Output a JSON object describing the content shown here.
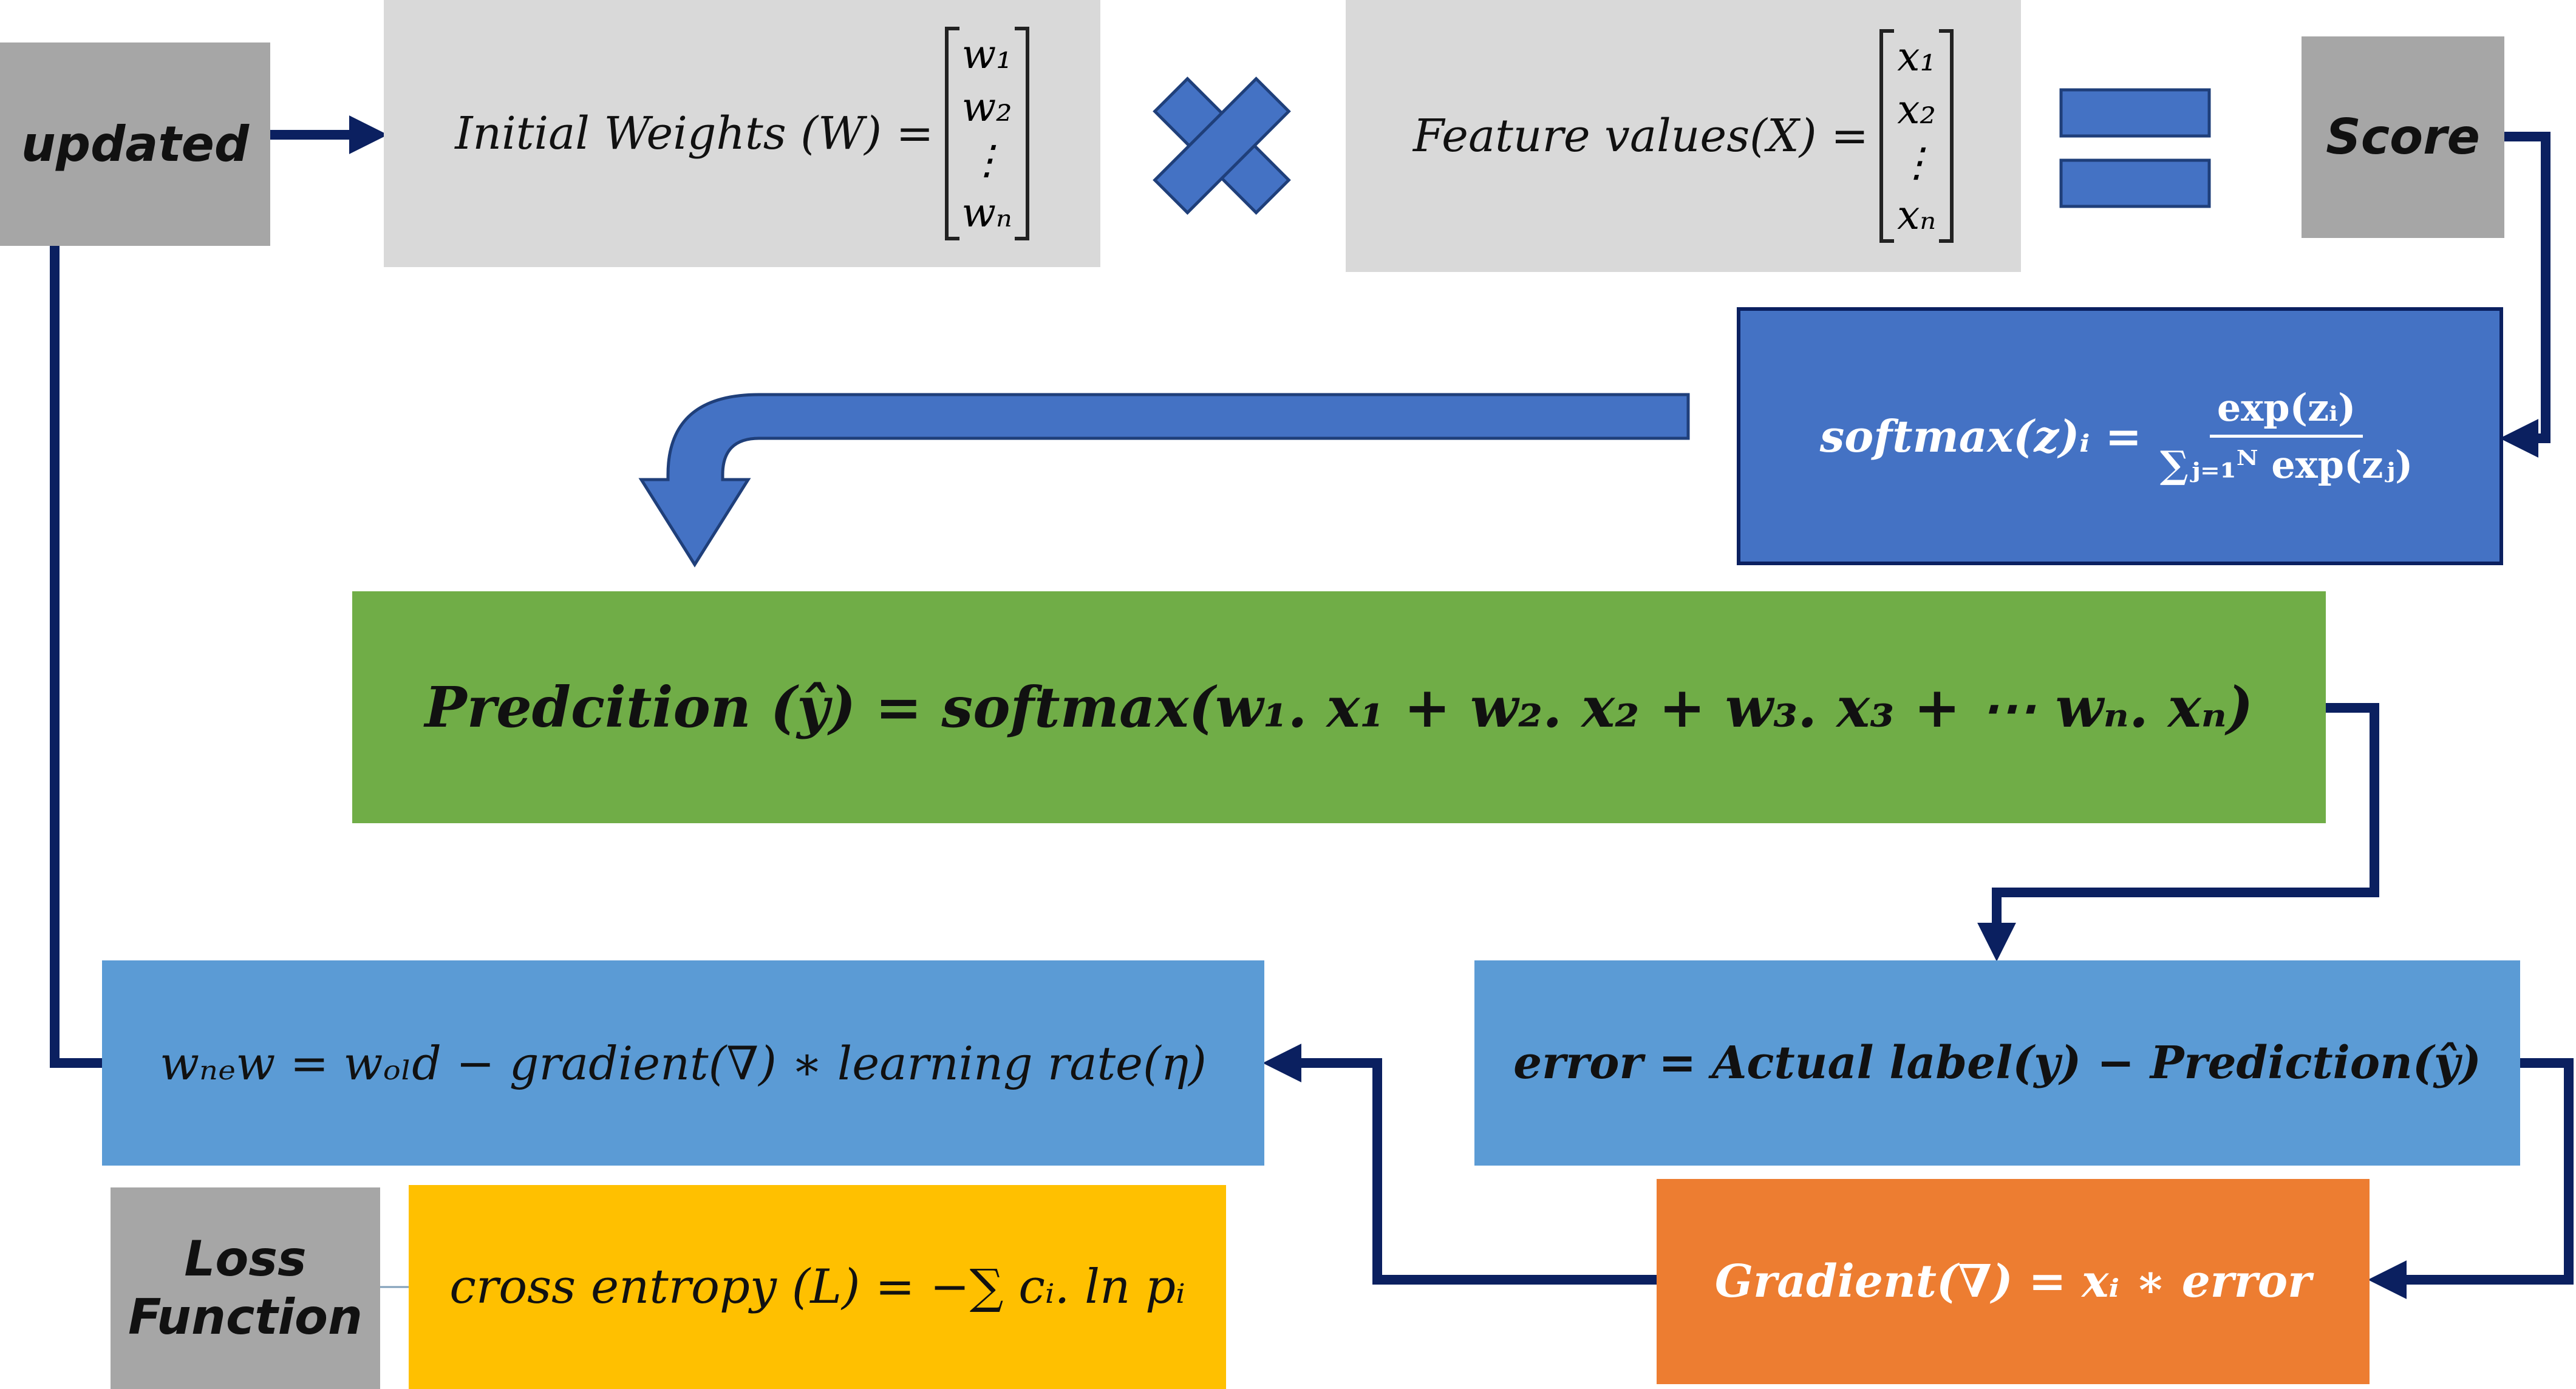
{
  "colors": {
    "gray": "#a6a6a6",
    "light_gray": "#d9d9d9",
    "blue": "#4472c4",
    "light_blue": "#5b9bd5",
    "green": "#70ad47",
    "orange": "#ed7d31",
    "yellow": "#ffc000",
    "navy_connector": "#0b2060"
  },
  "icons": {
    "multiply": "multiply-icon",
    "equals": "equals-icon",
    "curved_arrow": "curved-down-arrow-icon"
  },
  "labels": {
    "updated": "updated",
    "score": "Score",
    "loss_line1": "Loss",
    "loss_line2": "Function"
  },
  "weights": {
    "prefix": "Initial Weights (W) =",
    "entries": [
      "w₁",
      "w₂",
      "⋮",
      "wₙ"
    ]
  },
  "features": {
    "prefix": "Feature values(X) =",
    "entries": [
      "x₁",
      "x₂",
      "⋮",
      "xₙ"
    ]
  },
  "softmax": {
    "lhs": "softmax(z)ᵢ =",
    "numerator": "exp(zᵢ)",
    "denominator": "∑ⱼ₌₁ᴺ exp(zⱼ)"
  },
  "prediction": {
    "formula": "Predcition (ŷ) = softmax(w₁. x₁ + w₂. x₂ + w₃. x₃ + ⋯ wₙ. xₙ)"
  },
  "update_rule": {
    "formula": "wₙₑw =  wₒₗd  − gradient(∇) ∗ learning rate(η)"
  },
  "error": {
    "formula": "error = Actual label(y) − Prediction(ŷ)"
  },
  "gradient": {
    "formula": "Gradient(∇) =  xᵢ ∗ error"
  },
  "cross_entropy": {
    "formula": "cross entropy (L) = −∑ cᵢ. ln pᵢ"
  }
}
